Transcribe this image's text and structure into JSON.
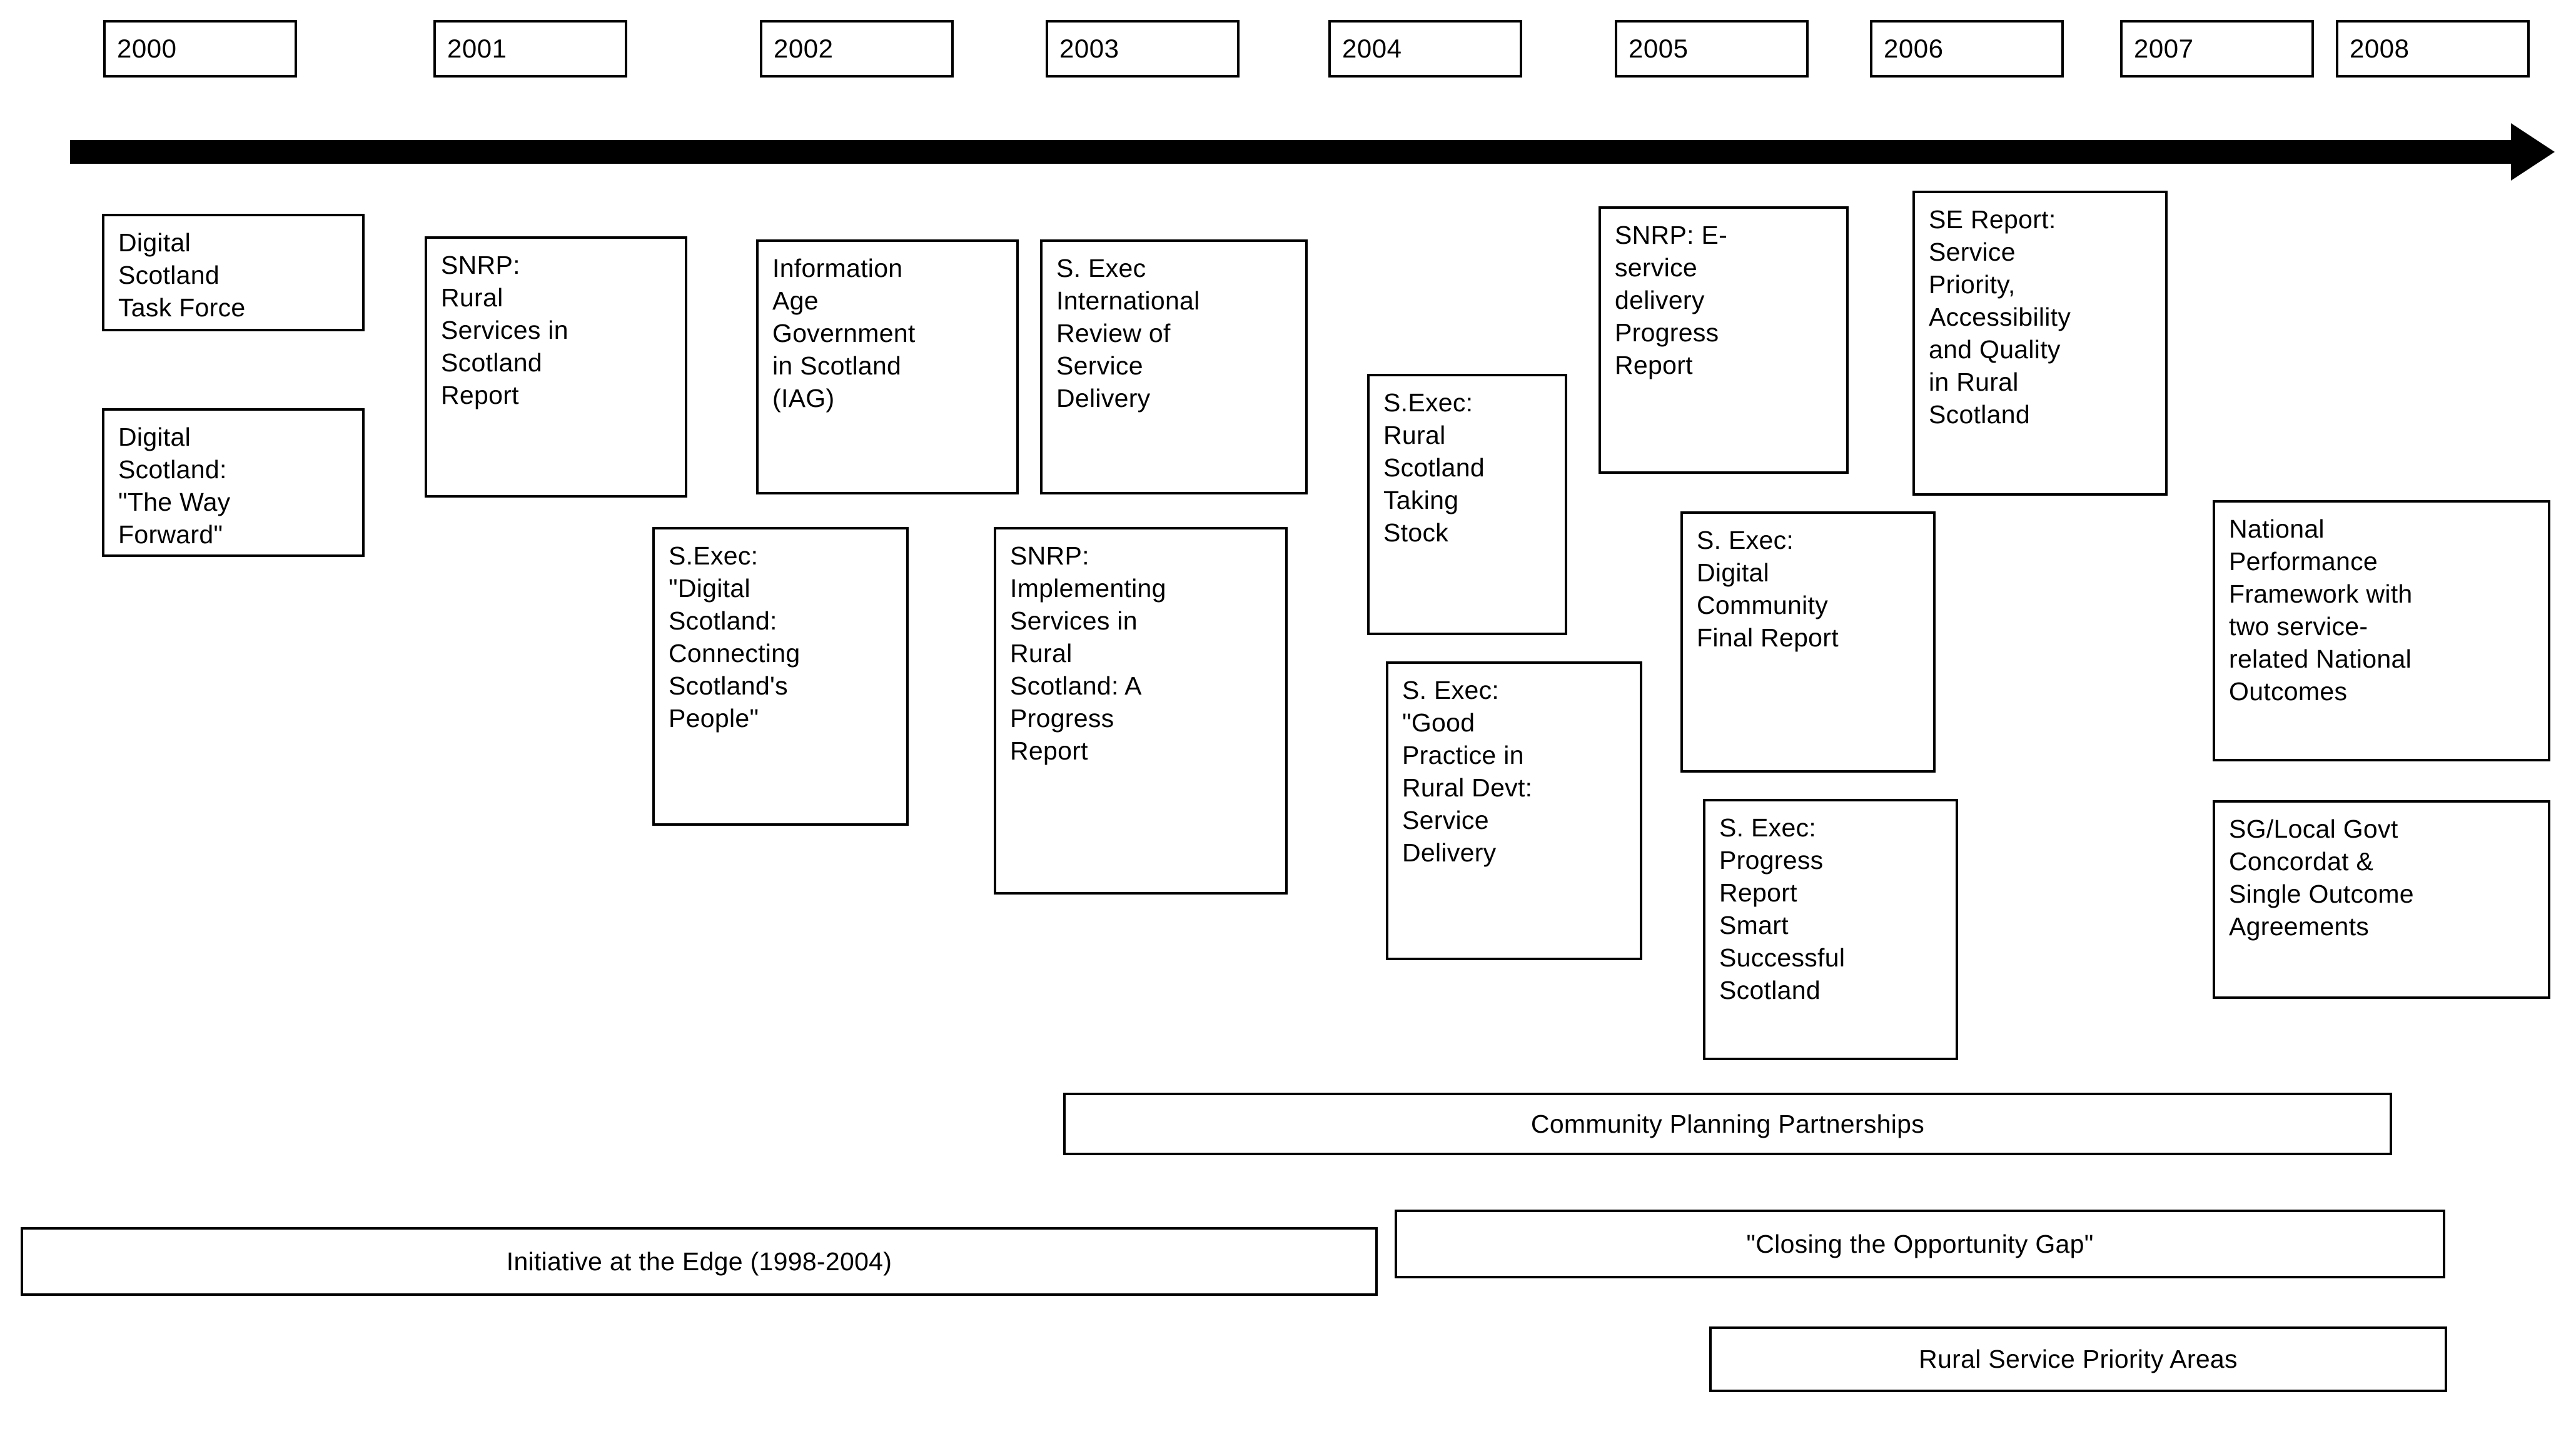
{
  "diagram": {
    "title_visible": false,
    "axis": {
      "name": "timeline-arrow",
      "direction": "left-to-right"
    },
    "years": [
      {
        "label": "2000"
      },
      {
        "label": "2001"
      },
      {
        "label": "2002"
      },
      {
        "label": "2003"
      },
      {
        "label": "2004"
      },
      {
        "label": "2005"
      },
      {
        "label": "2006"
      },
      {
        "label": "2007"
      },
      {
        "label": "2008"
      }
    ],
    "events": [
      {
        "id": "digital-scotland-task-force",
        "text": "Digital\nScotland\nTask Force"
      },
      {
        "id": "digital-scotland-way-forward",
        "text": "Digital\nScotland:\n\"The Way\nForward\""
      },
      {
        "id": "snrp-rural-services-scotland-report",
        "text": "SNRP:\nRural\nServices in\nScotland\nReport"
      },
      {
        "id": "information-age-government-scotland",
        "text": "Information\nAge\nGovernment\nin Scotland\n(IAG)"
      },
      {
        "id": "sexec-international-review-service-delivery",
        "text": "S. Exec\nInternational\nReview of\nService\nDelivery"
      },
      {
        "id": "sexec-digital-scotland-connecting-people",
        "text": "S.Exec:\n\"Digital\nScotland:\nConnecting\nScotland's\nPeople\""
      },
      {
        "id": "snrp-implementing-services-rural-scotland",
        "text": "SNRP:\nImplementing\nServices in\nRural\nScotland: A\nProgress\nReport"
      },
      {
        "id": "sexec-rural-scotland-taking-stock",
        "text": "S.Exec:\nRural\nScotland\nTaking\nStock"
      },
      {
        "id": "sexec-good-practice-rural-devt",
        "text": "S. Exec:\n\"Good\nPractice in\nRural Devt:\nService\nDelivery"
      },
      {
        "id": "snrp-eservice-delivery-progress-report",
        "text": "SNRP: E-\nservice\ndelivery\nProgress\nReport"
      },
      {
        "id": "se-report-service-priority-accessibility-quality",
        "text": "SE Report:\nService\nPriority,\nAccessibility\nand Quality\nin Rural\nScotland"
      },
      {
        "id": "sexec-digital-community-final-report",
        "text": "S. Exec:\nDigital\nCommunity\nFinal Report"
      },
      {
        "id": "sexec-progress-report-smart-successful-scotland",
        "text": "S. Exec:\nProgress\nReport\nSmart\nSuccessful\nScotland"
      },
      {
        "id": "national-performance-framework",
        "text": "National\nPerformance\nFramework with\ntwo service-\nrelated National\nOutcomes"
      },
      {
        "id": "sg-local-govt-concordat",
        "text": "SG/Local Govt\nConcordat &\nSingle Outcome\nAgreements"
      }
    ],
    "spans": [
      {
        "id": "community-planning-partnerships",
        "label": "Community Planning Partnerships"
      },
      {
        "id": "initiative-at-the-edge",
        "label": "Initiative at the Edge (1998-2004)"
      },
      {
        "id": "closing-the-opportunity-gap",
        "label": "\"Closing the Opportunity Gap\""
      },
      {
        "id": "rural-service-priority-areas",
        "label": "Rural Service Priority Areas"
      }
    ],
    "colors": {
      "stroke": "#000000",
      "background": "#ffffff",
      "text": "#000000"
    }
  }
}
